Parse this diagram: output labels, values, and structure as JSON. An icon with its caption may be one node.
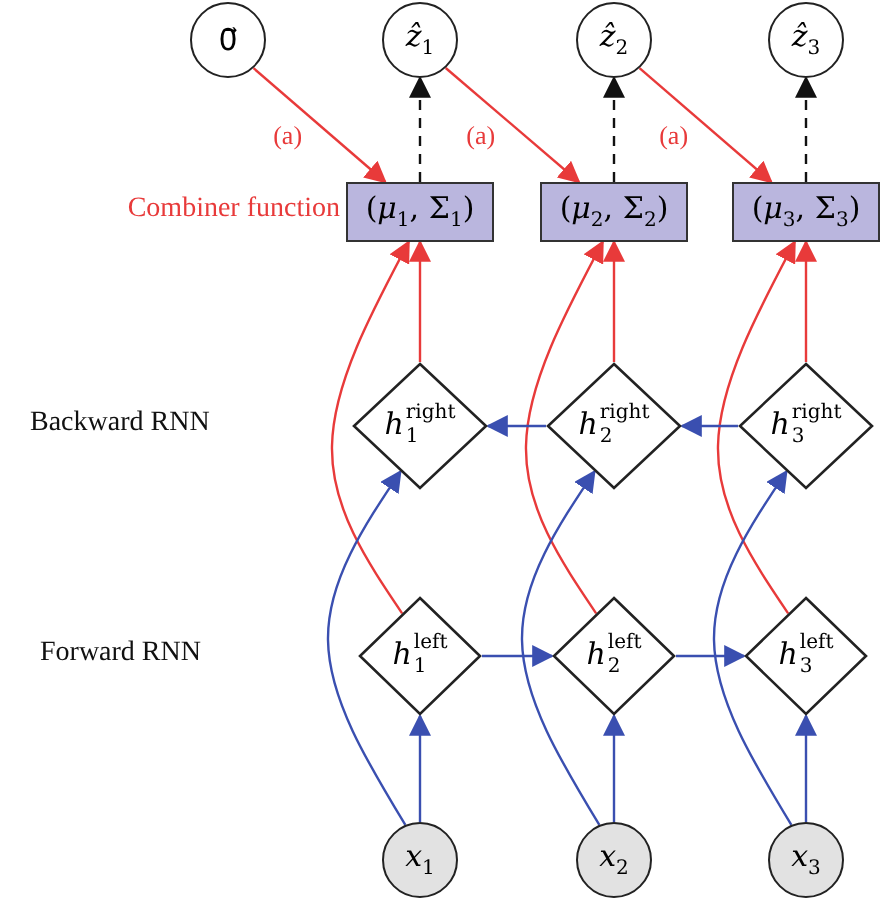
{
  "diagram": {
    "nodes": [
      {
        "text": [
          "0⃗"
        ]
      },
      {
        "text": [
          "*ẑ*$_{1}$"
        ]
      },
      {
        "text": [
          "*ẑ*$_{2}$"
        ]
      },
      {
        "text": [
          "*ẑ*$_{3}$"
        ]
      },
      {
        "text": [
          "(*μ*$_{1}$, Σ$_{1}$)"
        ]
      },
      {
        "text": [
          "(*μ*$_{2}$, Σ$_{2}$)"
        ]
      },
      {
        "text": [
          "(*μ*$_{3}$, Σ$_{3}$)"
        ]
      },
      {
        "text": [
          "*h*$^{right}$$_{1}$"
        ]
      },
      {
        "text": [
          "*h*$^{right}$$_{2}$"
        ]
      },
      {
        "text": [
          "*h*$^{right}$$_{3}$"
        ]
      },
      {
        "text": [
          "*h*$^{left}$$_{1}$"
        ]
      },
      {
        "text": [
          "*h*$^{left}$$_{2}$"
        ]
      },
      {
        "text": [
          "*h*$^{left}$$_{3}$"
        ]
      },
      {
        "text": [
          "*x*$_{1}$"
        ]
      },
      {
        "text": [
          "*x*$_{2}$"
        ]
      },
      {
        "text": [
          "*x*$_{3}$"
        ]
      }
    ],
    "edges": [
      {
        "from": 0,
        "to": 4,
        "arrow": "to",
        "label": "(a)",
        "color": "#e83a3a"
      },
      {
        "from": 1,
        "to": 5,
        "arrow": "to",
        "label": "(a)",
        "color": "#e83a3a"
      },
      {
        "from": 2,
        "to": 6,
        "arrow": "to",
        "label": "(a)",
        "color": "#e83a3a"
      },
      {
        "from": 4,
        "to": 1,
        "arrow": "to",
        "style": "dashed",
        "color": "#111111"
      },
      {
        "from": 5,
        "to": 2,
        "arrow": "to",
        "style": "dashed",
        "color": "#111111"
      },
      {
        "from": 6,
        "to": 3,
        "arrow": "to",
        "style": "dashed",
        "color": "#111111"
      },
      {
        "from": 7,
        "to": 4,
        "arrow": "to",
        "color": "#e83a3a"
      },
      {
        "from": 8,
        "to": 5,
        "arrow": "to",
        "color": "#e83a3a"
      },
      {
        "from": 9,
        "to": 6,
        "arrow": "to",
        "color": "#e83a3a"
      },
      {
        "from": 10,
        "to": 4,
        "arrow": "to",
        "color": "#e83a3a"
      },
      {
        "from": 11,
        "to": 5,
        "arrow": "to",
        "color": "#e83a3a"
      },
      {
        "from": 12,
        "to": 6,
        "arrow": "to",
        "color": "#e83a3a"
      },
      {
        "from": 9,
        "to": 8,
        "arrow": "to"
      },
      {
        "from": 8,
        "to": 7,
        "arrow": "to"
      },
      {
        "from": 10,
        "to": 11,
        "arrow": "to"
      },
      {
        "from": 11,
        "to": 12,
        "arrow": "to"
      },
      {
        "from": 13,
        "to": 10,
        "arrow": "to"
      },
      {
        "from": 14,
        "to": 11,
        "arrow": "to"
      },
      {
        "from": 15,
        "to": 12,
        "arrow": "to"
      },
      {
        "from": 13,
        "to": 7,
        "arrow": "to"
      },
      {
        "from": 14,
        "to": 8,
        "arrow": "to"
      },
      {
        "from": 15,
        "to": 9,
        "arrow": "to"
      }
    ],
    "labels": [
      "Combiner function",
      "Backward RNN",
      "Forward RNN"
    ]
  }
}
